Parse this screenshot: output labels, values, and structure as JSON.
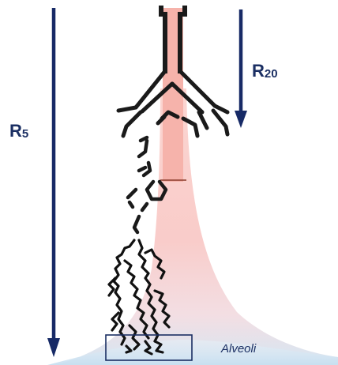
{
  "labels": {
    "r5_main": "R",
    "r5_sub": "5",
    "r20_main": "R",
    "r20_sub": "20",
    "alveoli": "Alveoli"
  },
  "colors": {
    "arrow": "#172a66",
    "airway_fill": "#f6b3ab",
    "airway_outline": "#1a1a1a",
    "region_pink": "#f9b9b5",
    "region_blue": "#cfe4f2",
    "box_stroke": "#1b2f63"
  }
}
